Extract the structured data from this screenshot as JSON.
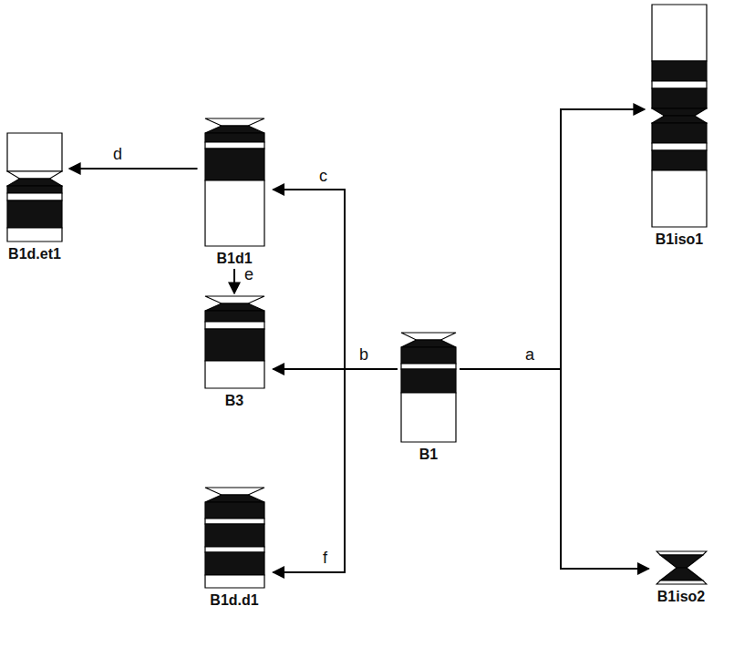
{
  "diagram": {
    "nodes": [
      {
        "text": [
          "B1d.et1"
        ]
      },
      {
        "text": [
          "B1d1"
        ]
      },
      {
        "text": [
          "B3"
        ]
      },
      {
        "text": [
          "B1d.d1"
        ]
      },
      {
        "text": [
          "B1"
        ]
      },
      {
        "text": [
          "B1iso1"
        ]
      },
      {
        "text": [
          "B1iso2"
        ]
      }
    ],
    "edges": [
      {
        "from": 1,
        "to": 0,
        "arrow": "to",
        "label": "d"
      },
      {
        "from": 4,
        "to": 1,
        "arrow": "to",
        "label": "c"
      },
      {
        "from": 4,
        "to": 2,
        "arrow": "to",
        "label": "b"
      },
      {
        "from": 4,
        "to": 3,
        "arrow": "to",
        "label": "f"
      },
      {
        "from": 1,
        "to": 2,
        "arrow": "to",
        "label": "e"
      },
      {
        "from": 4,
        "to": 5,
        "arrow": "to",
        "label": "a"
      },
      {
        "from": 4,
        "to": 6,
        "arrow": "to"
      }
    ]
  }
}
